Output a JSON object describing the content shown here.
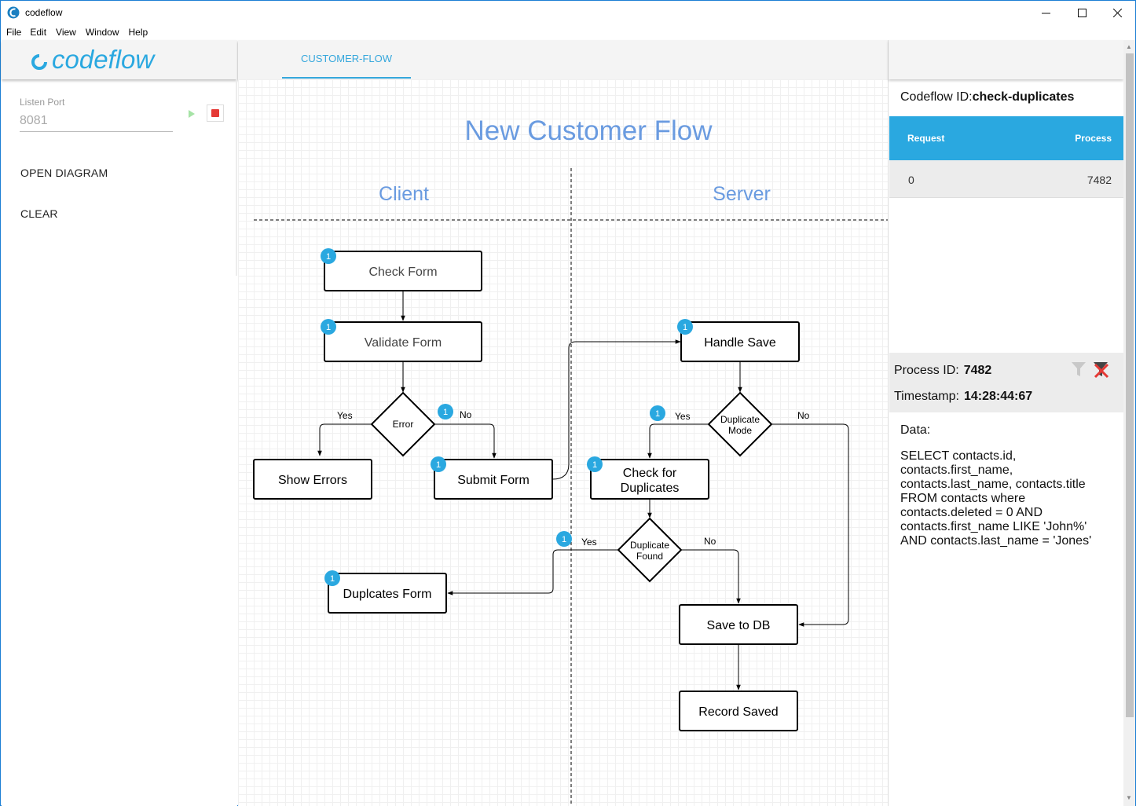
{
  "window": {
    "title": "codeflow",
    "minimize": "—",
    "maximize": "☐",
    "close": "✕"
  },
  "menu": [
    "File",
    "Edit",
    "View",
    "Window",
    "Help"
  ],
  "sidebar": {
    "logo_text": "codeflow",
    "listen_label": "Listen Port",
    "port_value": "8081",
    "open_diagram": "OPEN DIAGRAM",
    "clear": "CLEAR"
  },
  "tabs": [
    {
      "label": "CUSTOMER-FLOW",
      "active": true
    }
  ],
  "diagram": {
    "title": "New Customer Flow",
    "lanes": [
      "Client",
      "Server"
    ],
    "nodes": {
      "check_form": "Check Form",
      "validate_form": "Validate Form",
      "error": "Error",
      "show_errors": "Show Errors",
      "submit_form": "Submit Form",
      "duplicates_form": "Duplcates Form",
      "handle_save": "Handle Save",
      "duplicate_mode_1": "Duplicate",
      "duplicate_mode_2": "Mode",
      "check_dups_1": "Check for",
      "check_dups_2": "Duplicates",
      "dup_found_1": "Duplicate",
      "dup_found_2": "Found",
      "save_db": "Save to DB",
      "record_saved": "Record Saved"
    },
    "edge_labels": {
      "yes": "Yes",
      "no": "No"
    },
    "badge_count": "1"
  },
  "right_panel": {
    "codeflow_id_label": "Codeflow ID:",
    "codeflow_id_value": "check-duplicates",
    "table": {
      "headers": [
        "Request",
        "Process"
      ],
      "rows": [
        [
          "0",
          "7482"
        ]
      ]
    },
    "process_id_label": "Process ID:",
    "process_id_value": "7482",
    "timestamp_label": "Timestamp:",
    "timestamp_value": "14:28:44:67",
    "data_label": "Data:",
    "data_value": "SELECT contacts.id,\ncontacts.first_name,\ncontacts.last_name, contacts.title\nFROM contacts where\ncontacts.deleted = 0 AND\ncontacts.first_name LIKE 'John%'\nAND contacts.last_name = 'Jones'"
  },
  "colors": {
    "accent": "#2aa8e0",
    "title_blue": "#6a9be0",
    "stop_red": "#e53935"
  }
}
